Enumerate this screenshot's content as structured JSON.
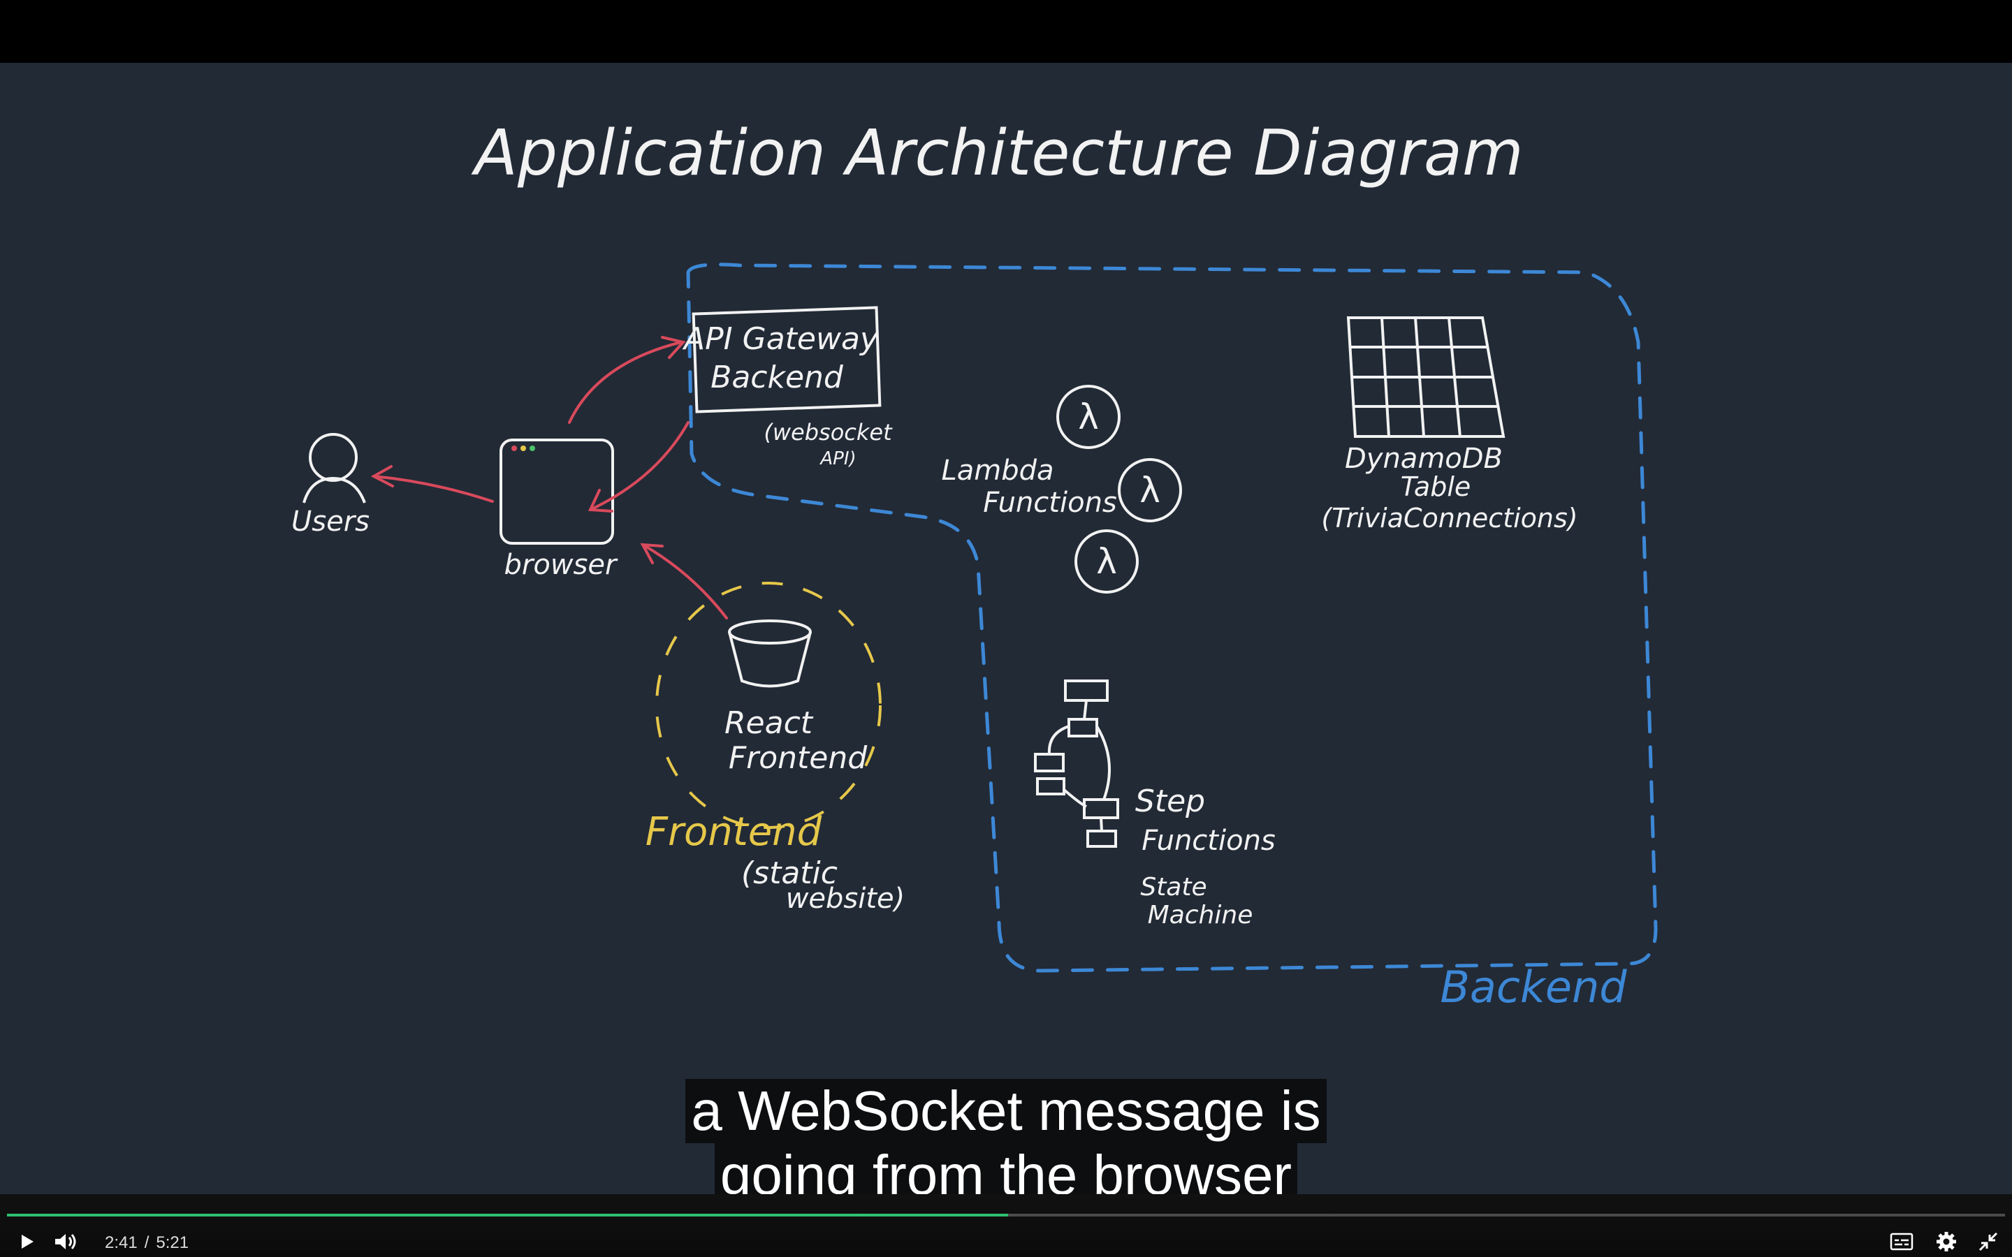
{
  "diagram": {
    "title": "Application Architecture Diagram",
    "labels": {
      "users": "Users",
      "browser": "browser",
      "api_gateway": [
        "API Gateway",
        "Backend"
      ],
      "websocket": [
        "(websocket",
        "API)"
      ],
      "lambda": [
        "Lambda",
        "Functions"
      ],
      "dynamodb": [
        "DynamoDB",
        "Table",
        "(TriviaConnections)"
      ],
      "react": [
        "React",
        "Frontend"
      ],
      "frontend": "Frontend",
      "static": [
        "(static",
        "website)"
      ],
      "step": [
        "Step",
        "Functions"
      ],
      "state_machine": [
        "State",
        "Machine"
      ],
      "backend": "Backend"
    },
    "colors": {
      "chalk": "#f2f2f2",
      "arrow": "#d94a5c",
      "backend_zone": "#3d88d6",
      "frontend_zone": "#e6c84a"
    }
  },
  "captions": {
    "line1": "a WebSocket message is",
    "line2": "going from the browser"
  },
  "player": {
    "current_time": "2:41",
    "separator": "/",
    "duration": "5:21",
    "progress_fraction": 0.501,
    "icons": {
      "play": "play-icon",
      "volume": "volume-icon",
      "captions": "captions-icon",
      "settings": "gear-icon",
      "exit_fullscreen": "exit-fullscreen-icon"
    }
  }
}
